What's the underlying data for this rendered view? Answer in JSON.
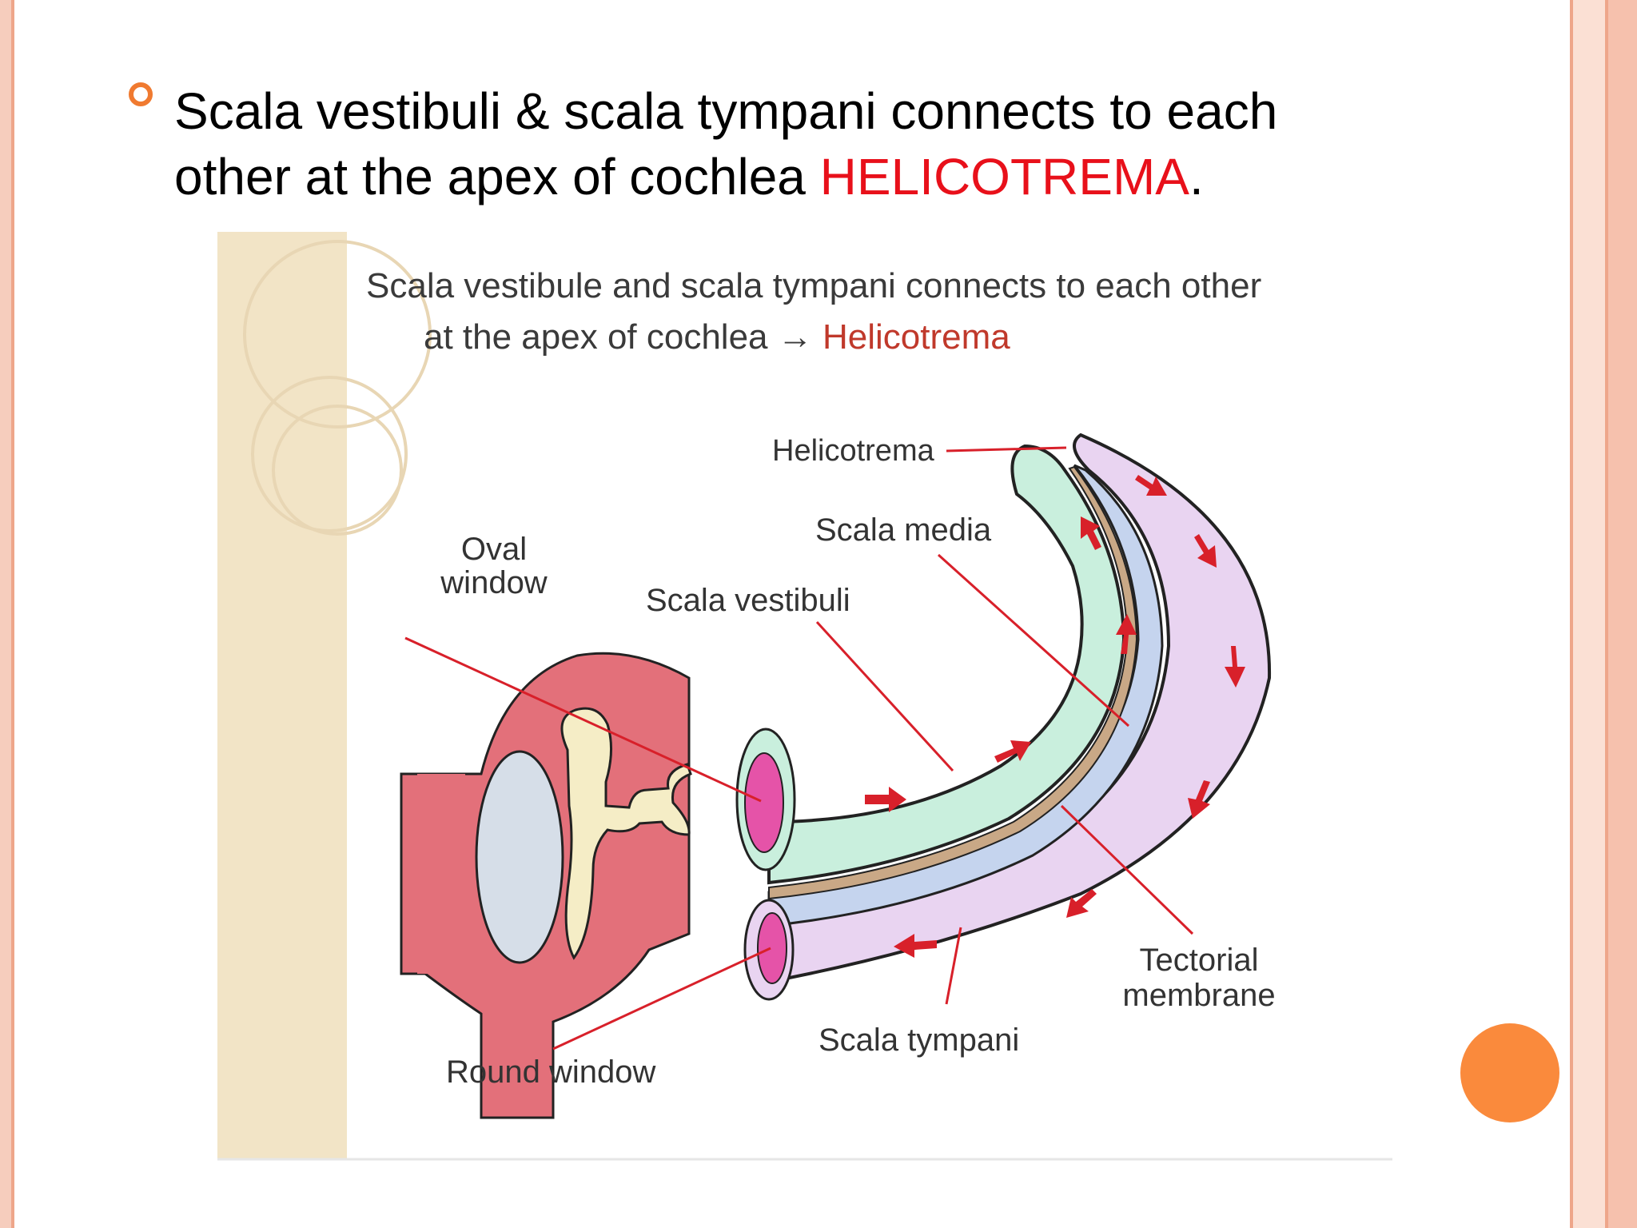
{
  "heading": {
    "line1": "Scala vestibuli & scala tympani connects to each",
    "line2_prefix": "other at the apex of cochlea ",
    "highlight": "HELICOTREMA",
    "suffix": "."
  },
  "figure": {
    "caption_line1": "Scala vestibule and scala tympani connects to each other",
    "caption_line2_prefix": "at the apex of cochlea",
    "caption_arrow": "→",
    "caption_highlight": "Helicotrema",
    "labels": {
      "helicotrema": "Helicotrema",
      "scala_media": "Scala media",
      "oval_window_1": "Oval",
      "oval_window_2": "window",
      "scala_vestibuli": "Scala vestibuli",
      "tectorial_1": "Tectorial",
      "tectorial_2": "membrane",
      "scala_tympani": "Scala tympani",
      "round_window": "Round window"
    }
  },
  "colors": {
    "highlight": "#e8101a",
    "bullet": "#f07a30",
    "accent_dot": "#fa8a3c",
    "border": "#eea68a"
  }
}
